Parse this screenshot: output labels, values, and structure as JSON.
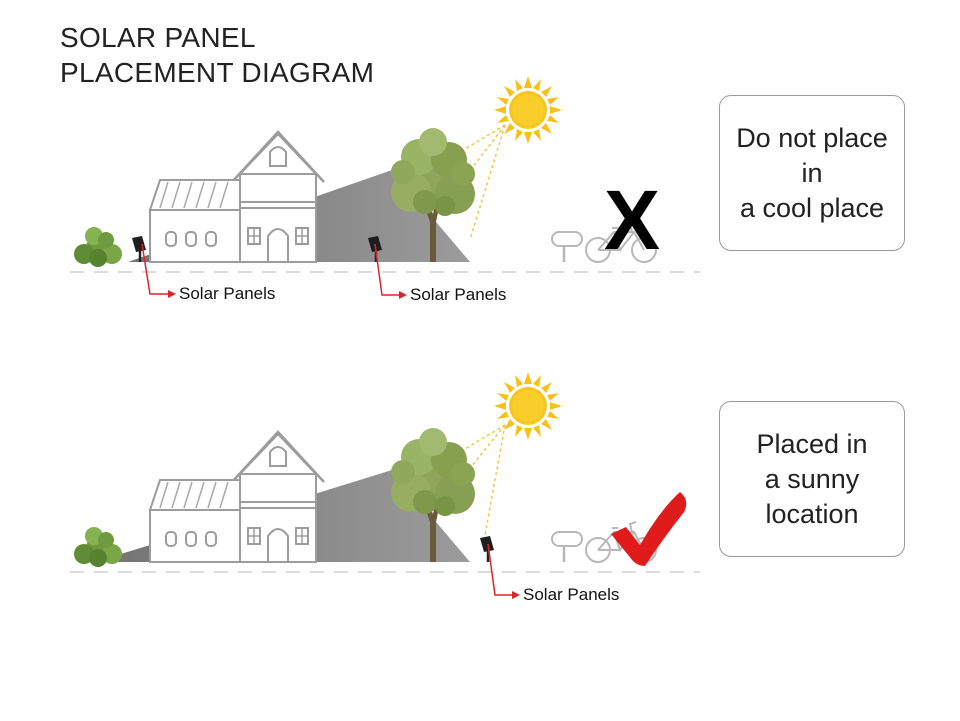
{
  "title": {
    "line1": "SOLAR PANEL",
    "line2": "PLACEMENT DIAGRAM"
  },
  "top_scene": {
    "note_lines": [
      "Do not place",
      "in",
      "a cool place"
    ],
    "label_1": "Solar Panels",
    "label_2": "Solar Panels",
    "mark": "X"
  },
  "bottom_scene": {
    "note_lines": [
      "Placed in",
      "a sunny",
      "location"
    ],
    "label_1": "Solar Panels"
  },
  "colors": {
    "sun": "#f6c21a",
    "sun_rays": "#f3c23a",
    "tree": "#8ea55a",
    "shadow": "#6a6a6a",
    "label_arrow": "#d9262b",
    "check": "#e01b1b"
  }
}
